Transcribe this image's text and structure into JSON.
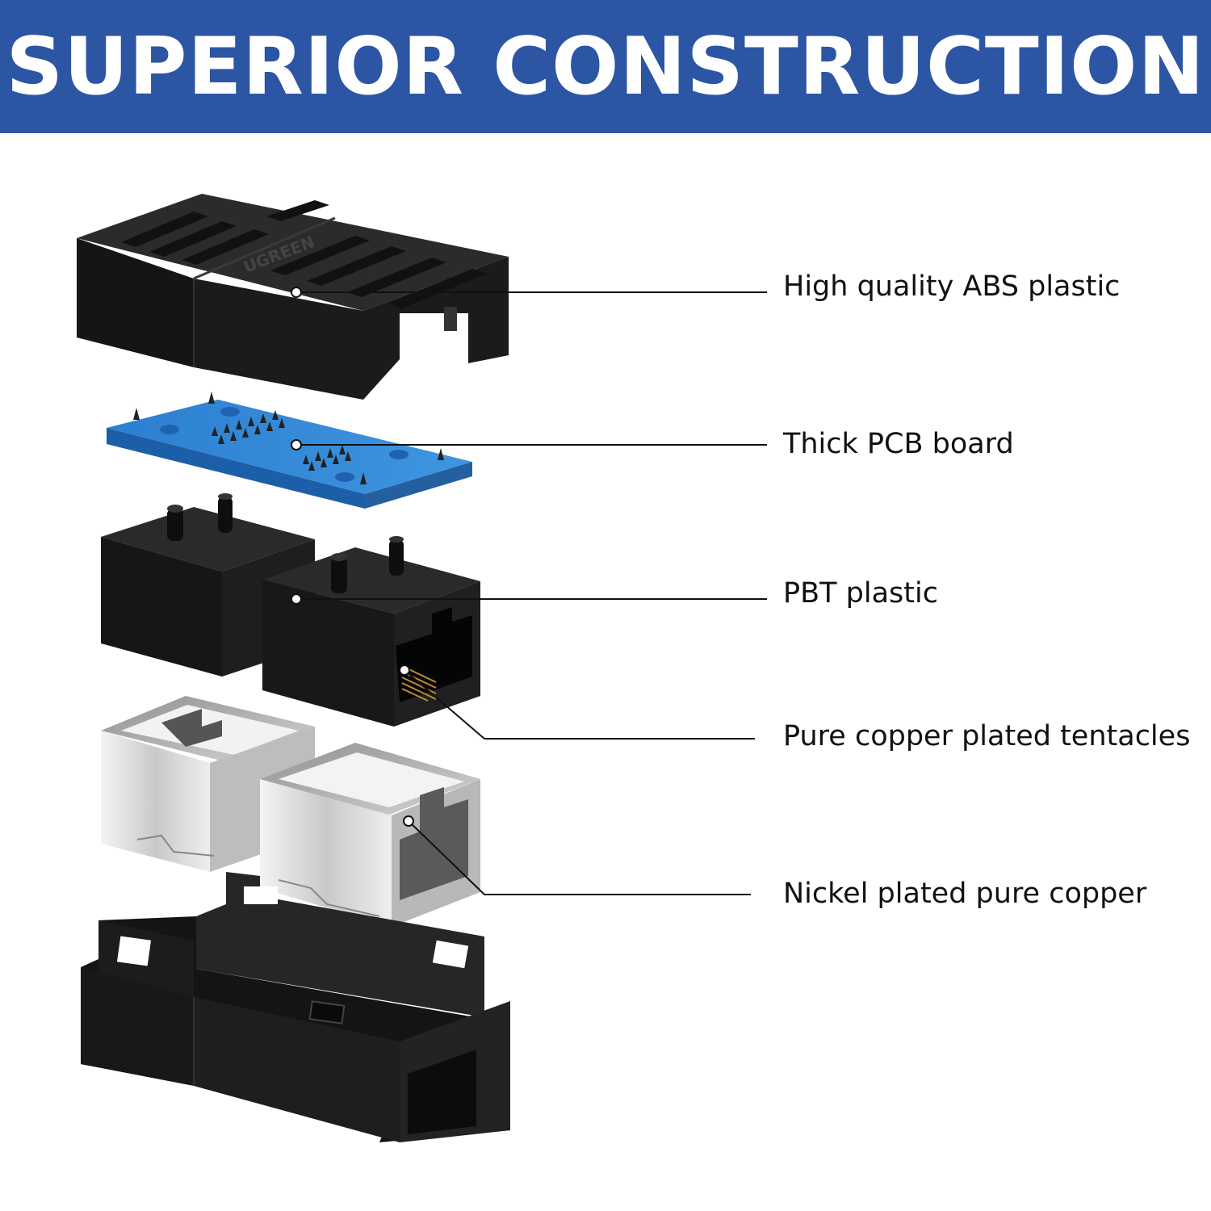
{
  "header": {
    "title": "SUPERIOR CONSTRUCTION",
    "background_color": "#2c55a4",
    "text_color": "#ffffff"
  },
  "parts": [
    {
      "label": "High quality ABS plastic",
      "component": "top-shell"
    },
    {
      "label": "Thick PCB board",
      "component": "pcb-board"
    },
    {
      "label": "PBT plastic",
      "component": "jack-housings"
    },
    {
      "label": "Pure copper plated tentacles",
      "component": "contact-pins"
    },
    {
      "label": "Nickel plated pure copper",
      "component": "metal-shields"
    }
  ],
  "colors": {
    "plastic": "#1c1c1c",
    "pcb": "#2f86d6",
    "metal": "#d9d9d9",
    "copper": "#b88a3a"
  }
}
